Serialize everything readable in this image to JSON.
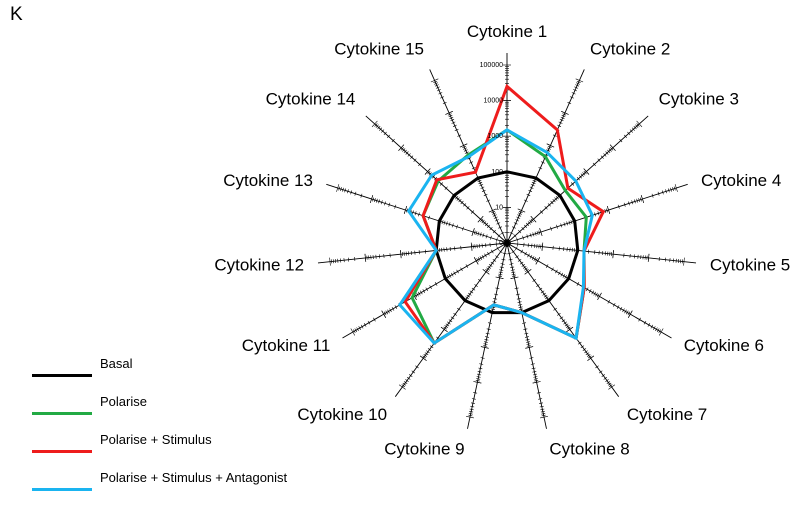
{
  "panel_label": "K",
  "chart_data": {
    "type": "radar",
    "scale": "log",
    "rlim": [
      1,
      100000
    ],
    "tick_labels": [
      "0",
      "10",
      "100",
      "1000",
      "10000",
      "100000"
    ],
    "categories": [
      "Cytokine 1",
      "Cytokine 2",
      "Cytokine 3",
      "Cytokine 4",
      "Cytokine 5",
      "Cytokine 6",
      "Cytokine 7",
      "Cytokine 8",
      "Cytokine 9",
      "Cytokine 10",
      "Cytokine 11",
      "Cytokine 12",
      "Cytokine 13",
      "Cytokine 14",
      "Cytokine 15"
    ],
    "series": [
      {
        "name": "Basal",
        "color": "#000000",
        "values": [
          100,
          100,
          100,
          100,
          100,
          100,
          100,
          100,
          100,
          100,
          100,
          100,
          100,
          100,
          100
        ]
      },
      {
        "name": "Polarise",
        "color": "#22aa44",
        "values": [
          1500,
          450,
          160,
          220,
          150,
          320,
          2000,
          100,
          60,
          3000,
          1200,
          100,
          300,
          400,
          500
        ]
      },
      {
        "name": "Polarise + Stimulus",
        "color": "#ee1c1c",
        "values": [
          25000,
          3000,
          200,
          700,
          150,
          320,
          2000,
          100,
          60,
          3000,
          2000,
          100,
          300,
          450,
          150
        ]
      },
      {
        "name": "Polarise + Stimulus + Antagonist",
        "color": "#1ab4f0",
        "values": [
          1500,
          600,
          400,
          330,
          150,
          300,
          2000,
          100,
          60,
          3000,
          3000,
          100,
          800,
          700,
          450
        ]
      }
    ]
  }
}
